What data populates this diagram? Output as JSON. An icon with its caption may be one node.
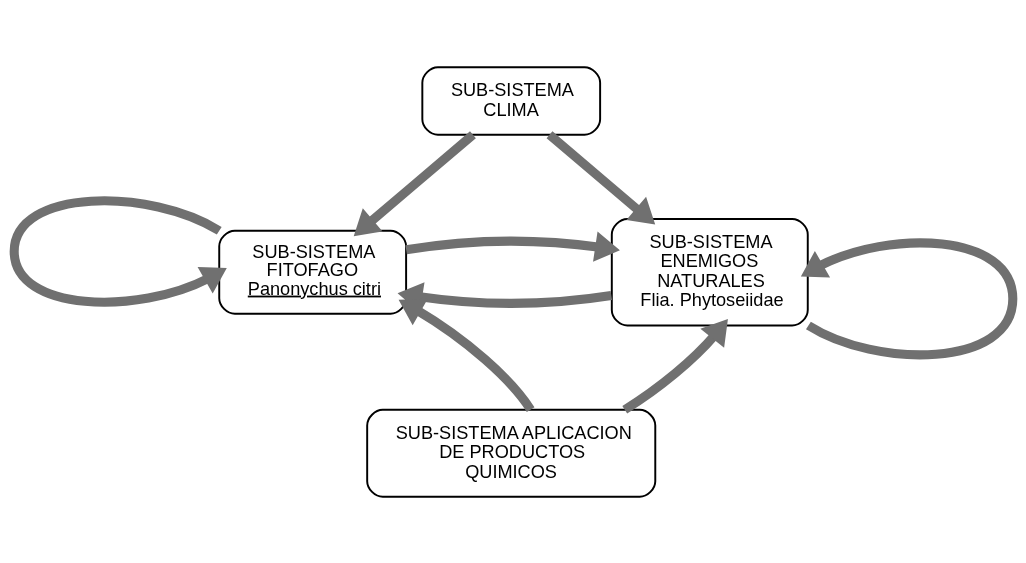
{
  "diagram": {
    "nodes": [
      {
        "text": [
          "SUB-SISTEMA CLIMA"
        ]
      },
      {
        "text": [
          "SUB-SISTEMA FITOFAGO",
          "Panonychus citri"
        ]
      },
      {
        "text": [
          "SUB-SISTEMA ENEMIGOS NATURALES",
          "Flia. Phytoseiidae"
        ]
      },
      {
        "text": [
          "SUB-SISTEMA APLICACION DE PRODUCTOS QUIMICOS"
        ]
      }
    ],
    "edges": [
      {
        "from": 0,
        "to": 1,
        "arrow": "to"
      },
      {
        "from": 0,
        "to": 2,
        "arrow": "to"
      },
      {
        "from": 1,
        "to": 1,
        "arrow": "to"
      },
      {
        "from": 2,
        "to": 1,
        "arrow": "to"
      },
      {
        "from": 1,
        "to": 2,
        "arrow": "to"
      },
      {
        "from": 2,
        "to": 2,
        "arrow": "to"
      },
      {
        "from": 3,
        "to": 1,
        "arrow": "to"
      },
      {
        "from": 3,
        "to": 2,
        "arrow": "to"
      }
    ]
  }
}
